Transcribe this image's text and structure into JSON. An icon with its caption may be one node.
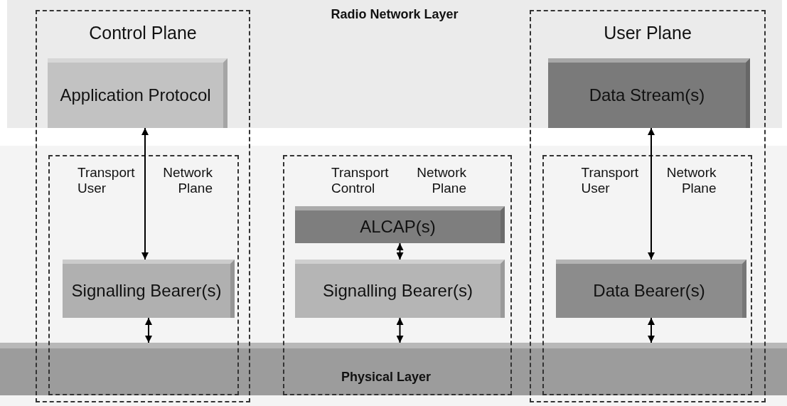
{
  "diagram": {
    "nodes": [
      {
        "text": [
          "Radio Network Layer"
        ]
      },
      {
        "text": [
          "Control Plane"
        ]
      },
      {
        "text": [
          "Application Protocol"
        ]
      },
      {
        "text": [
          "Transport Network User Plane"
        ],
        "in": 1
      },
      {
        "text": [
          "Signalling Bearer(s)"
        ],
        "in": 3
      },
      {
        "text": [
          "Transport Network Control Plane"
        ]
      },
      {
        "text": [
          "ALCAP(s)"
        ],
        "in": 5
      },
      {
        "text": [
          "Signalling Bearer(s)"
        ],
        "in": 5
      },
      {
        "text": [
          "User Plane"
        ]
      },
      {
        "text": [
          "Data Stream(s)"
        ]
      },
      {
        "text": [
          "Transport Network User Plane"
        ],
        "in": 8
      },
      {
        "text": [
          "Data Bearer(s)"
        ],
        "in": 10
      },
      {
        "text": [
          "Physical Layer"
        ]
      }
    ],
    "edges": [
      {
        "from": 2,
        "to": 4,
        "arrow": "both"
      },
      {
        "from": 4,
        "to": 12,
        "arrow": "both"
      },
      {
        "from": 6,
        "to": 7,
        "arrow": "both"
      },
      {
        "from": 7,
        "to": 12,
        "arrow": "both"
      },
      {
        "from": 9,
        "to": 11,
        "arrow": "both"
      },
      {
        "from": 11,
        "to": 12,
        "arrow": "both"
      }
    ]
  }
}
